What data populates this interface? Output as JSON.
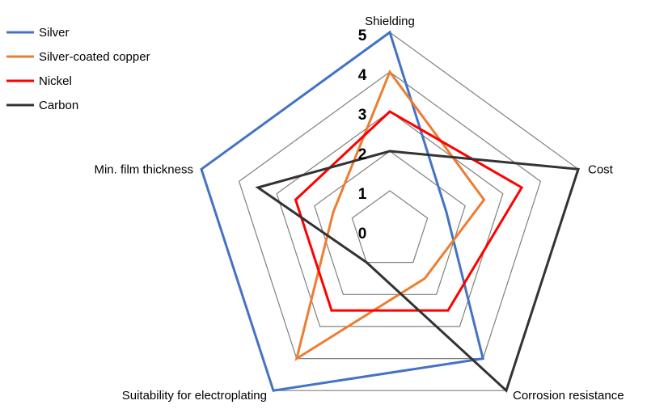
{
  "chart_data": {
    "type": "radar",
    "axes": [
      "Shielding",
      "Cost",
      "Corrosion resistance",
      "Suitability for electroplating",
      "Min. film thickness"
    ],
    "scale": {
      "min": 0,
      "max": 5,
      "ticks": [
        "0",
        "1",
        "2",
        "3",
        "4",
        "5"
      ]
    },
    "grid": true,
    "legend_position": "top-left",
    "series": [
      {
        "name": "Silver",
        "color": "#4472C4",
        "values": [
          5,
          1.5,
          4,
          5,
          5
        ]
      },
      {
        "name": "Silver-coated copper",
        "color": "#ED7D31",
        "values": [
          4,
          2.5,
          1.5,
          4,
          1.5
        ]
      },
      {
        "name": "Nickel",
        "color": "#FF0000",
        "values": [
          3,
          3.5,
          2.5,
          2.5,
          2.5
        ]
      },
      {
        "name": "Carbon",
        "color": "#333333",
        "values": [
          2,
          5,
          5,
          1,
          3.5
        ]
      }
    ]
  }
}
